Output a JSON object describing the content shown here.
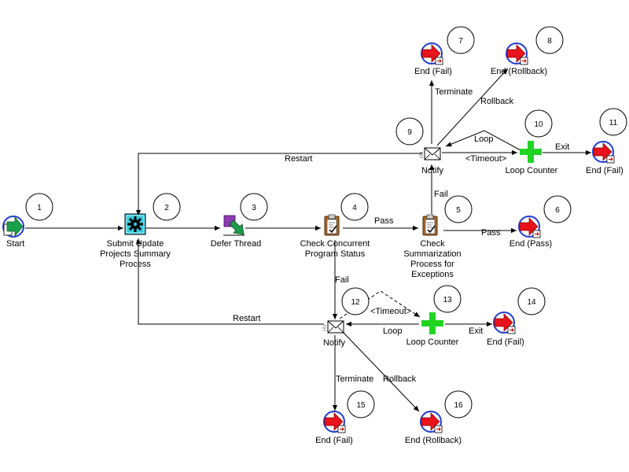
{
  "nodes": {
    "start": {
      "label": "Start"
    },
    "submit": {
      "label_lines": [
        "Submit Update",
        "Projects Summary",
        "Process"
      ]
    },
    "defer": {
      "label": "Defer Thread"
    },
    "check_status": {
      "label_lines": [
        "Check Concurrent",
        "Program Status"
      ]
    },
    "check_summ": {
      "label_lines": [
        "Check",
        "Summarization",
        "Process for",
        "Exceptions"
      ]
    },
    "end_pass": {
      "label": "End (Pass)"
    },
    "notify_top": {
      "label": "Notify"
    },
    "end_fail_7": {
      "label": "End (Fail)"
    },
    "end_rollback_8": {
      "label": "End (Rollback)"
    },
    "loop_counter_10": {
      "label": "Loop Counter"
    },
    "end_fail_11": {
      "label": "End (Fail)"
    },
    "notify_bottom": {
      "label": "Notify"
    },
    "loop_counter_13": {
      "label": "Loop Counter"
    },
    "end_fail_14": {
      "label": "End (Fail)"
    },
    "end_fail_15": {
      "label": "End (Fail)"
    },
    "end_rollback_16": {
      "label": "End (Rollback)"
    }
  },
  "step_numbers": {
    "n1": "1",
    "n2": "2",
    "n3": "3",
    "n4": "4",
    "n5": "5",
    "n6": "6",
    "n7": "7",
    "n8": "8",
    "n9": "9",
    "n10": "10",
    "n11": "11",
    "n12": "12",
    "n13": "13",
    "n14": "14",
    "n15": "15",
    "n16": "16"
  },
  "edge_labels": {
    "pass_1": "Pass",
    "pass_2": "Pass",
    "fail_1": "Fail",
    "fail_2": "Fail",
    "restart_top": "Restart",
    "restart_bottom": "Restart",
    "terminate_top": "Terminate",
    "rollback_top": "Rollback",
    "loop_top": "Loop",
    "timeout_top": "<Timeout>",
    "exit_top": "Exit",
    "timeout_bottom": "<Timeout>",
    "loop_bottom": "Loop",
    "exit_bottom": "Exit",
    "terminate_bottom": "Terminate",
    "rollback_bottom": "Rollback"
  },
  "colors": {
    "end_red": "#e8131b",
    "end_blue": "#1f3fd0",
    "loop_green": "#22d422",
    "start_green": "#18a04a",
    "function_cyan": "#38c8d8",
    "defer_purple": "#8e3bb3",
    "defer_green": "#1e9a4a"
  }
}
